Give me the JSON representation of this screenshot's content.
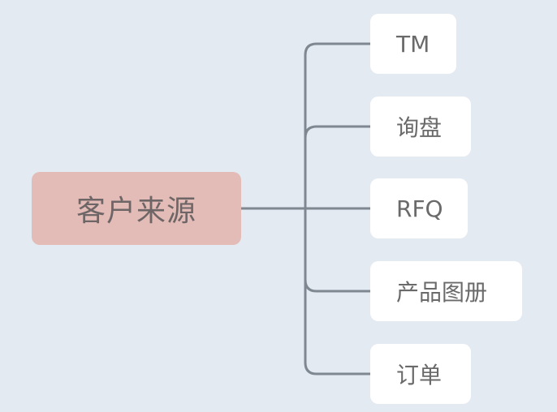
{
  "root": {
    "label": "客户来源"
  },
  "branches": [
    {
      "label": "TM"
    },
    {
      "label": "询盘"
    },
    {
      "label": "RFQ"
    },
    {
      "label": "产品图册"
    },
    {
      "label": "订单"
    }
  ],
  "colors": {
    "background": "#e4eaf1",
    "root_fill": "#e3bcb7",
    "node_fill": "#ffffff",
    "connector": "#7f8791"
  }
}
